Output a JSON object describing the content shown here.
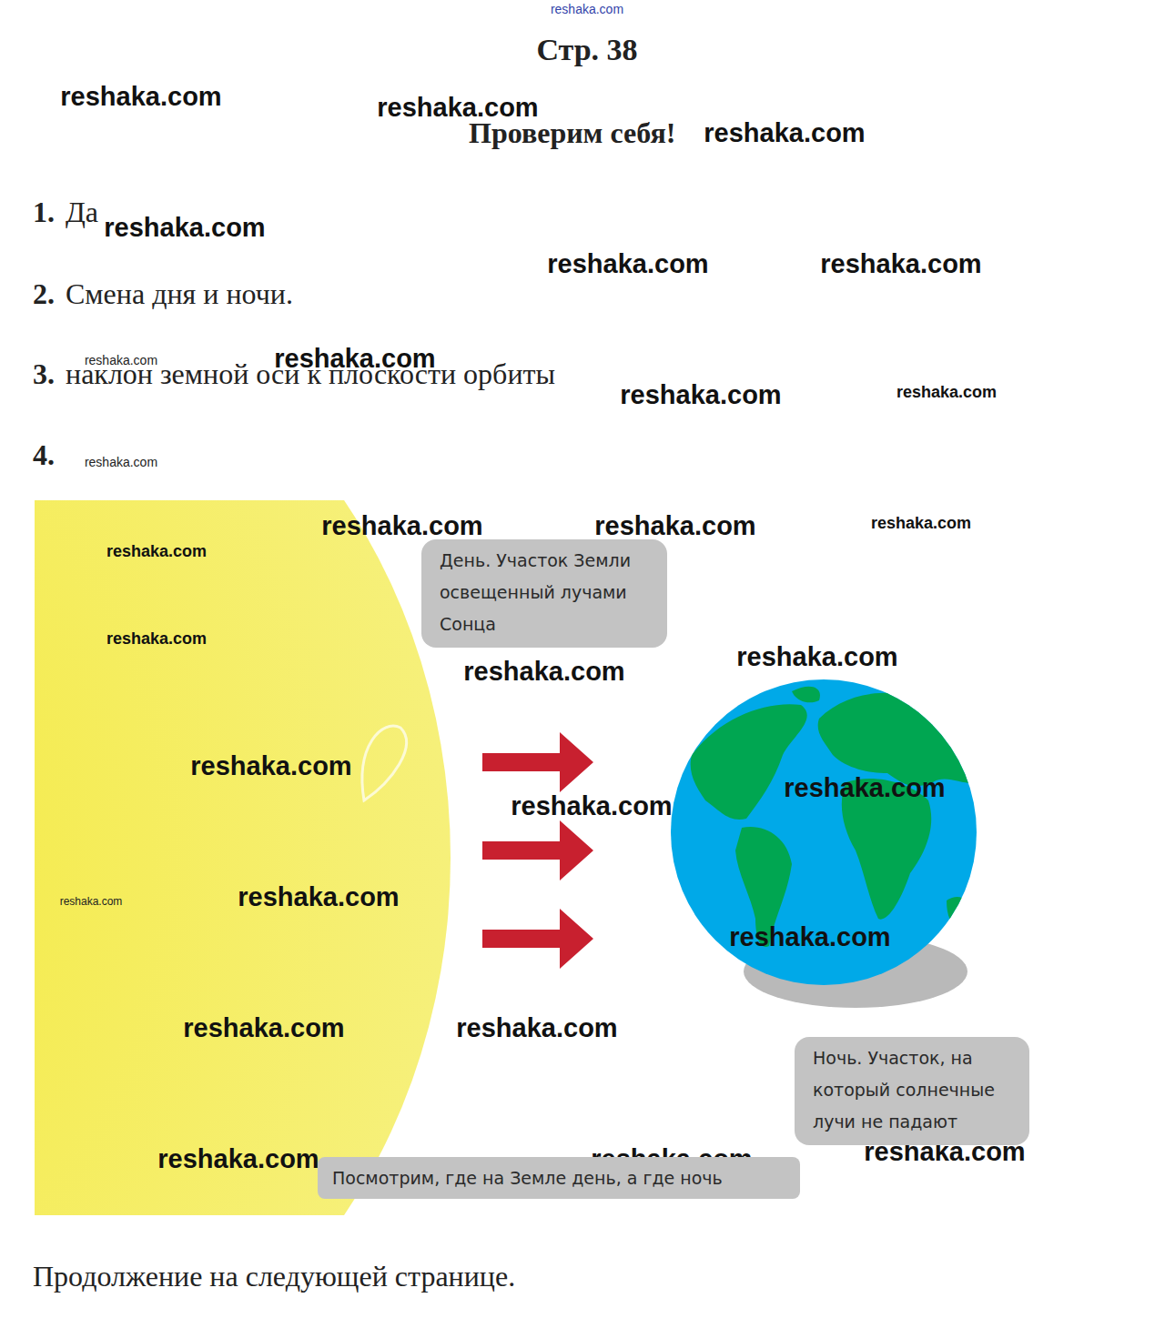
{
  "diagram": {
    "title": "Стр. 38",
    "nodes": [
      {
        "text": [
          "День. Участок Земли освещенный лучами Сонца"
        ]
      },
      {
        "text": [
          "Ночь. Участок, на который солнечные лучи не падают"
        ]
      },
      {
        "text": [
          "Посмотрим, где на Земле день, а где ночь"
        ]
      }
    ],
    "labels": [
      "Проверим себя!",
      "1.",
      "Да",
      "2.",
      "Смена дня и ночи.",
      "3.",
      "наклон земной оси к плоскости орбиты",
      "4.",
      "Продолжение на следующей странице.",
      "reshaka.com",
      "reshaka.com",
      "reshaka.com",
      "reshaka.com",
      "reshaka.com",
      "reshaka.com",
      "reshaka.com",
      "reshaka.com",
      "reshaka.com",
      "reshaka.com",
      "reshaka.com",
      "reshaka.com",
      "reshaka.com",
      "reshaka.com",
      "reshaka.com",
      "reshaka.com",
      "reshaka.com",
      "reshaka.com",
      "reshaka.com",
      "reshaka.com",
      "reshaka.com",
      "reshaka.com",
      "reshaka.com",
      "reshaka.com",
      "reshaka.com",
      "reshaka.com",
      "reshaka.com",
      "reshaka.com",
      "reshaka.com",
      "reshaka.com"
    ]
  }
}
